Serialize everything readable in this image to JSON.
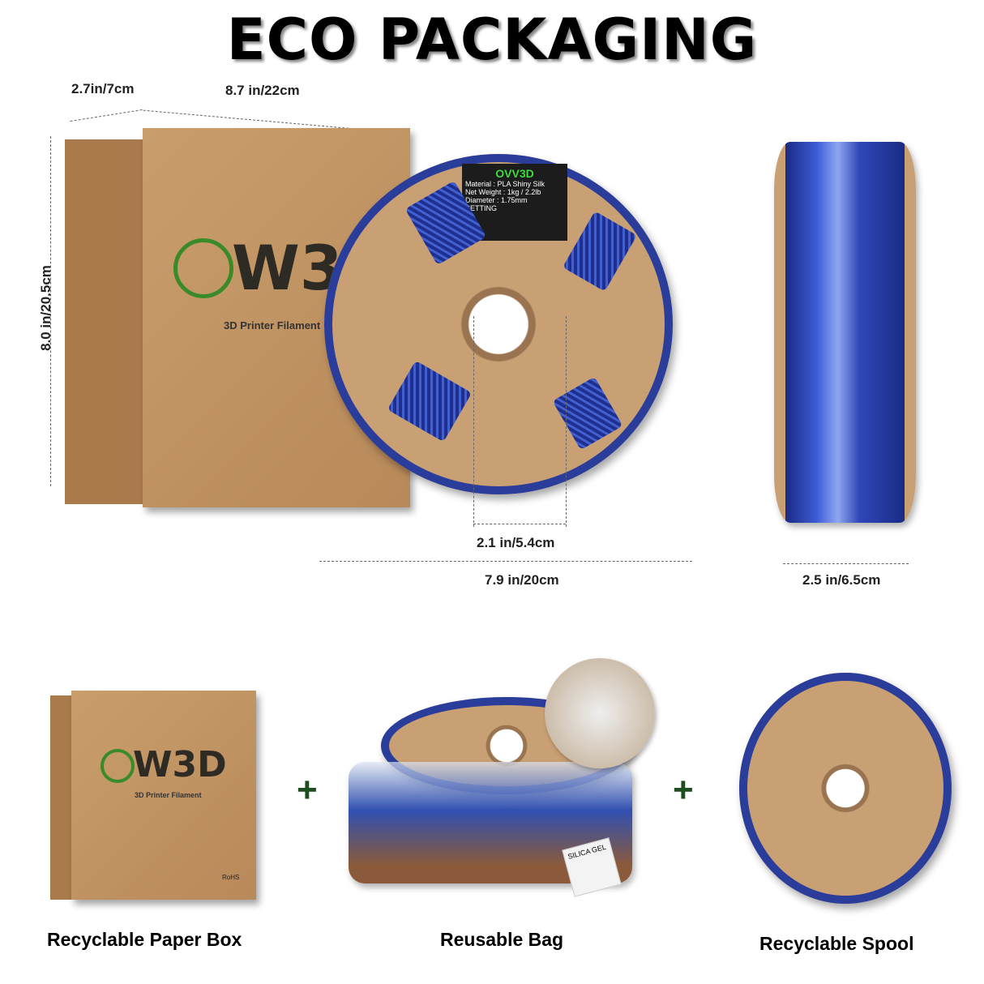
{
  "title": "ECO PACKAGING",
  "dimensions": {
    "box_depth": "2.7in/7cm",
    "box_width": "8.7 in/22cm",
    "box_height": "8.0 in/20.5cm",
    "spool_hole": "2.1 in/5.4cm",
    "spool_diameter": "7.9 in/20cm",
    "spool_width": "2.5 in/6.5cm"
  },
  "brand": {
    "logo": "OVV3D",
    "tagline": "3D Printer Filament",
    "rohs": "RoHS"
  },
  "spool_label": {
    "brand": "OVV3D",
    "material": "Material : PLA Shiny Silk",
    "weight": "Net Weight : 1kg / 2.2lb",
    "diameter": "Diameter : 1.75mm",
    "setting": "SETTING"
  },
  "silica": "SILICA GEL",
  "plus": "+",
  "captions": [
    "Recyclable Paper Box",
    "Reusable Bag",
    "Recyclable Spool"
  ],
  "colors": {
    "filament": "#2b3d9a",
    "cardboard": "#c49a6c",
    "logo_green": "#3a8a2a"
  }
}
